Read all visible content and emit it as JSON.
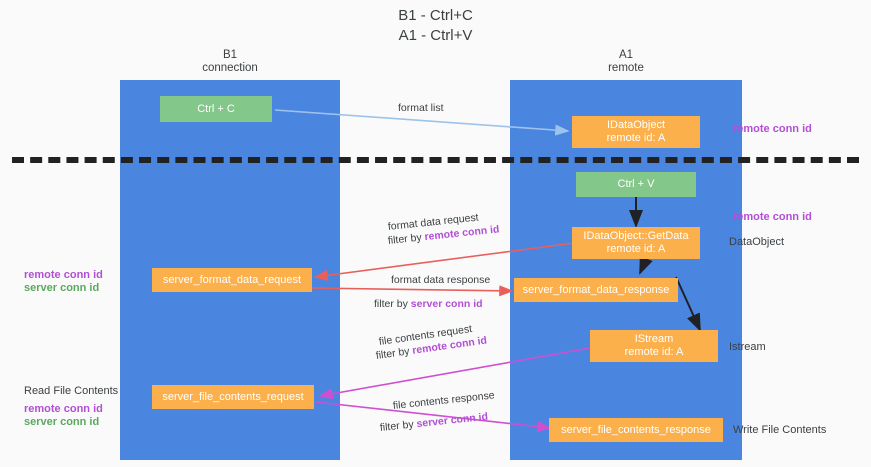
{
  "title": {
    "line1": "B1 - Ctrl+C",
    "line2": "A1 - Ctrl+V"
  },
  "columns": [
    {
      "id": "b1",
      "name": "B1",
      "role": "connection"
    },
    {
      "id": "a1",
      "name": "A1",
      "role": "remote"
    }
  ],
  "boxes": {
    "ctrl_c": "Ctrl + C",
    "ctrl_v": "Ctrl + V",
    "idataobject_name": "IDataObject",
    "idataobject_remote": "remote id: A",
    "getdata_name": "IDataObject::GetData",
    "getdata_remote": "remote id: A",
    "istream_name": "IStream",
    "istream_remote": "remote id: A",
    "server_format_data_request": "server_format_data_request",
    "server_format_data_response": "server_format_data_response",
    "server_file_contents_request": "server_file_contents_request",
    "server_file_contents_response": "server_file_contents_response"
  },
  "arrow_labels": {
    "format_list": "format list",
    "format_data_request": "format data request",
    "format_data_request_filter_prefix": "filter by ",
    "format_data_request_filter_key": "remote conn id",
    "format_data_response": "format data response",
    "format_data_response_filter_prefix": "filter by ",
    "format_data_response_filter_key": "server conn id",
    "file_contents_request": "file contents request",
    "file_contents_request_filter_prefix": "filter by ",
    "file_contents_request_filter_key": "remote conn id",
    "file_contents_response": "file contents response",
    "file_contents_response_filter_prefix": "filter by ",
    "file_contents_response_filter_key": "server conn id"
  },
  "side_labels": {
    "right_remote_conn_id_top": "remote conn id",
    "right_remote_conn_id_mid": "remote conn id",
    "right_dataobject": "DataObject",
    "right_istream": "Istream",
    "right_write_file_contents": "Write File Contents",
    "left_remote_conn_id_mid": "remote conn id",
    "left_server_conn_id_mid": "server conn id",
    "left_read_file_contents": "Read File Contents",
    "left_remote_conn_id_bottom": "remote conn id",
    "left_server_conn_id_bottom": "server conn id"
  },
  "colors": {
    "lane": "#4a86e0",
    "green_box": "#84c78a",
    "orange_box": "#fbb04c",
    "purple_text": "#b24fd4",
    "green_text": "#5aa85f",
    "arrow_blue": "#9cc3ec",
    "arrow_red": "#e8605c",
    "arrow_magenta": "#cf4fd0",
    "arrow_black": "#202124",
    "divider": "#222222",
    "background": "#fafafa"
  }
}
